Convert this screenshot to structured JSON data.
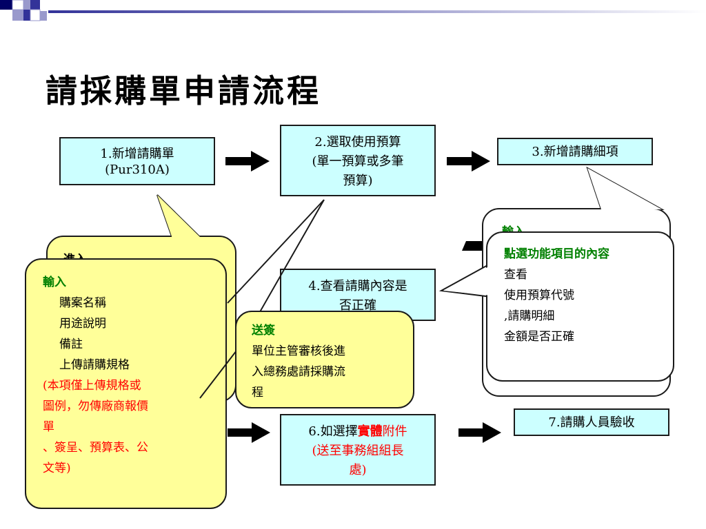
{
  "title": "請採購單申請流程",
  "steps": {
    "s1": {
      "line1": "1.新增請購單",
      "line2": "(Pur310A)"
    },
    "s2": {
      "line1": "2.選取使用預算",
      "line2": "(單一預算或多筆",
      "line3": "預算)"
    },
    "s3": {
      "line1": "3.新增請購細項"
    },
    "s4": {
      "line1": "4.查看請購內容是",
      "line2": "否正確"
    },
    "s6": {
      "prefix": "6.如選擇",
      "emph1": "實體",
      "emph2": "附件",
      "line2": "(送至事務組組長",
      "line3": "處)"
    },
    "s7": {
      "line1": "7.請購人員驗收"
    }
  },
  "callouts": {
    "back_left": {
      "text": "進入"
    },
    "input": {
      "heading": "輸入",
      "items": [
        "購案名稱",
        "用途說明",
        "備註",
        "上傳請購規格"
      ],
      "note": [
        "(本項僅上傳規格或",
        "圖例，勿傳廠商報價",
        "單",
        "、簽呈、預算表、公",
        "文等)"
      ]
    },
    "submit": {
      "heading": "送簽",
      "lines": [
        "單位主管審核後進",
        "入總務處請採購流",
        "程"
      ]
    },
    "back_right": {
      "text": "輸入"
    },
    "check": {
      "heading": "點選功能項目的內容",
      "lines": [
        "查看",
        "使用預算代號",
        ",請購明細",
        "金額是否正確"
      ]
    }
  },
  "colors": {
    "box_fill": "#ccffff",
    "callout_fill": "#ffff99",
    "heading_green": "#008000",
    "note_red": "#ff0000",
    "header_blue": "#333399"
  }
}
